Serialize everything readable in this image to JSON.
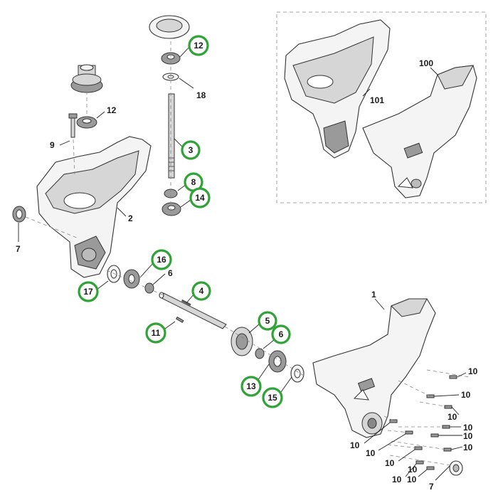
{
  "callouts": {
    "c12_top": "12",
    "c18": "18",
    "c12_left": "12",
    "c9": "9",
    "c3": "3",
    "c8": "8",
    "c14": "14",
    "c2": "2",
    "c7_left": "7",
    "c16": "16",
    "c6_upper": "6",
    "c17": "17",
    "c4": "4",
    "c11": "11",
    "c5": "5",
    "c6_lower": "6",
    "c13": "13",
    "c15": "15",
    "c1": "1",
    "c100": "100",
    "c101": "101",
    "c7_bottom": "7",
    "c10_list": [
      "10",
      "10",
      "10",
      "10",
      "10",
      "10",
      "10",
      "10",
      "10",
      "10",
      "10",
      "10"
    ]
  },
  "highlight_color": "#2fa336"
}
